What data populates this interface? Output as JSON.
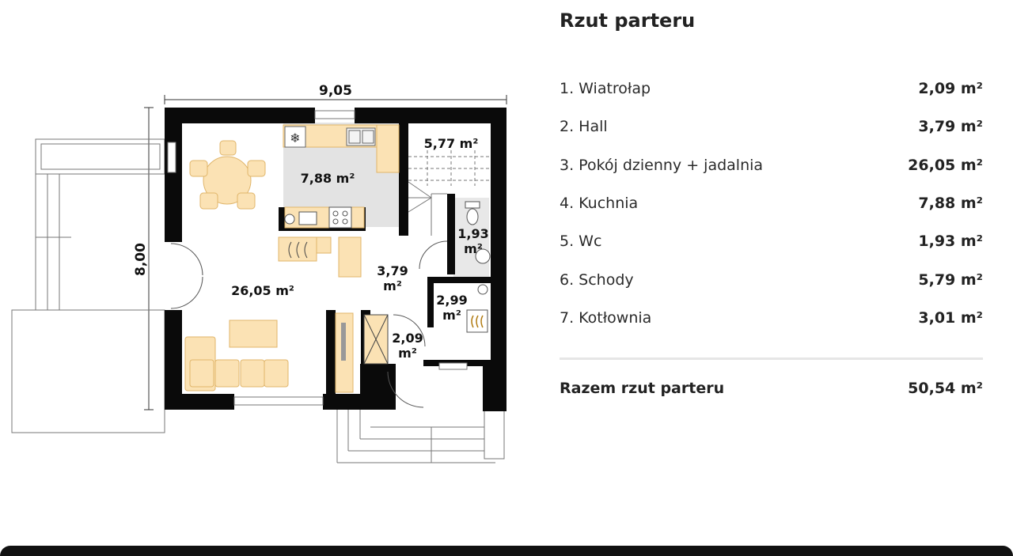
{
  "panel": {
    "title": "Rzut parteru",
    "rooms": [
      {
        "name": "1. Wiatrołap",
        "area": "2,09 m²"
      },
      {
        "name": "2. Hall",
        "area": "3,79 m²"
      },
      {
        "name": "3. Pokój dzienny + jadalnia",
        "area": "26,05 m²"
      },
      {
        "name": "4. Kuchnia",
        "area": "7,88 m²"
      },
      {
        "name": "5. Wc",
        "area": "1,93 m²"
      },
      {
        "name": "6. Schody",
        "area": "5,79 m²"
      },
      {
        "name": "7. Kotłownia",
        "area": "3,01 m²"
      }
    ],
    "total": {
      "label": "Razem rzut parteru",
      "area": "50,54 m²"
    }
  },
  "plan": {
    "width_dim": "9,05",
    "height_dim": "8,00",
    "labels": {
      "living": "26,05 m²",
      "kitchen": "7,88 m²",
      "stairs": "5,77 m²",
      "wc_1": "1,93",
      "wc_2": "m²",
      "hall_1": "3,79",
      "hall_2": "m²",
      "boiler_1": "2,99",
      "boiler_2": "m²",
      "vestibule_1": "2,09",
      "vestibule_2": "m²"
    },
    "colors": {
      "wall": "#0a0a0a",
      "furniture": "#fbe2b4",
      "furniture_stroke": "#e0b56a",
      "tile": "#e3e3e3",
      "line": "#777777"
    }
  }
}
